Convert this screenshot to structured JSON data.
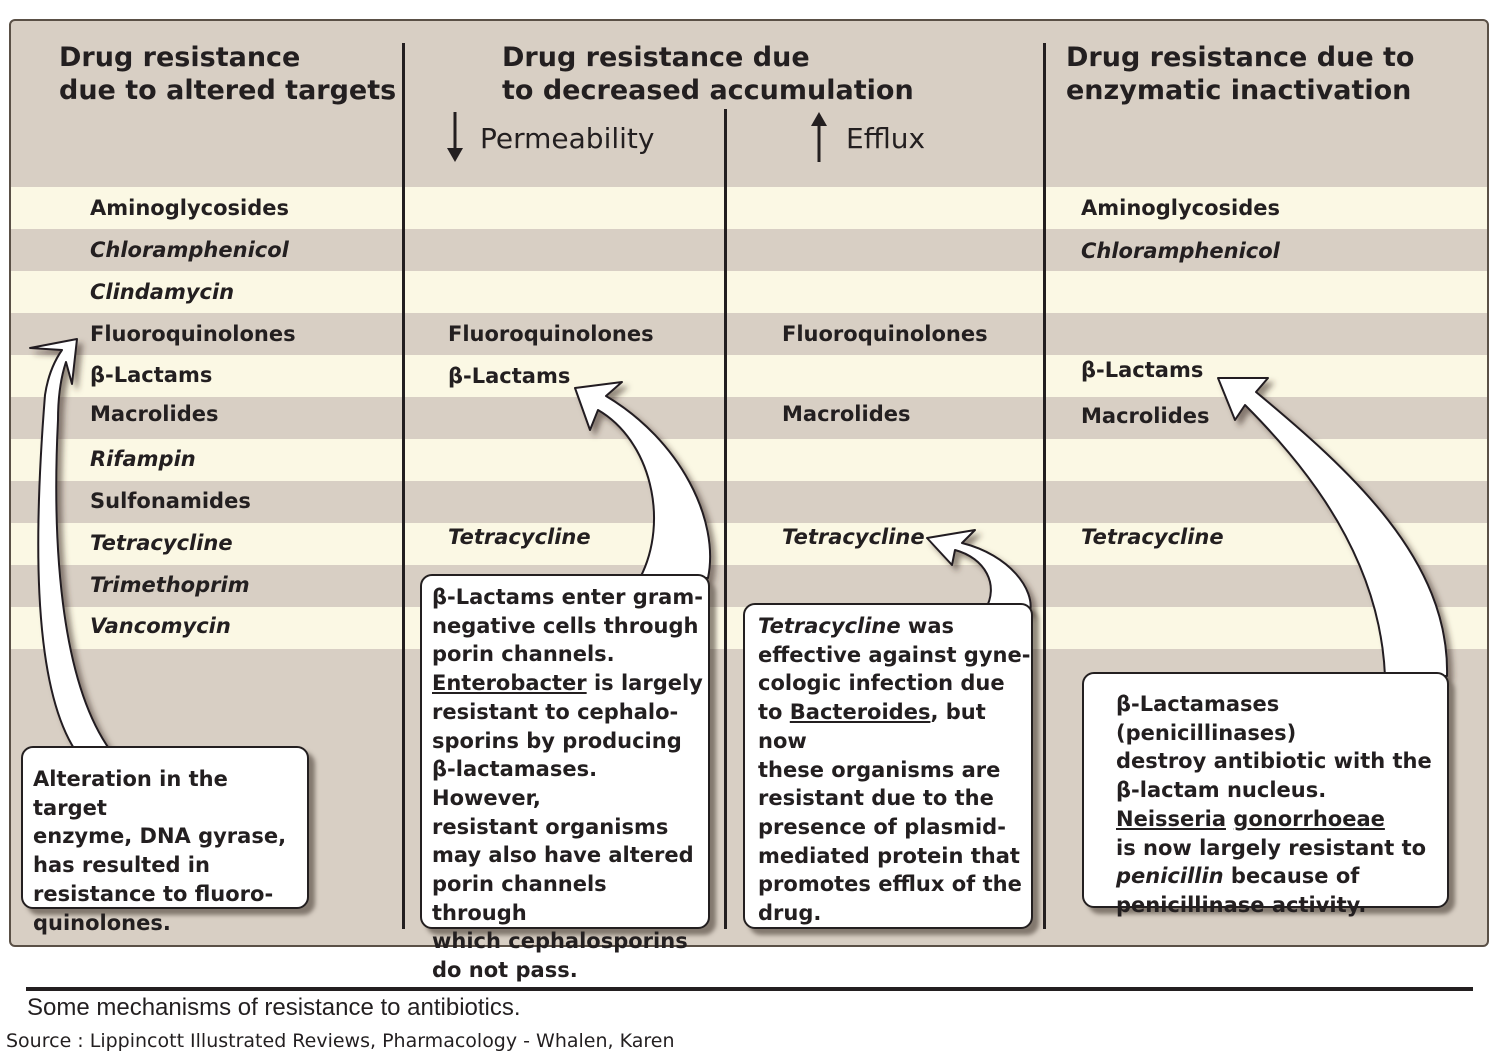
{
  "columns": {
    "targets": {
      "title_line1": "Drug resistance",
      "title_line2": "due to altered targets"
    },
    "accumulation": {
      "title_line1": "Drug resistance due",
      "title_line2": "to decreased accumulation",
      "permeability_label": "Permeability",
      "efflux_label": "Efflux"
    },
    "enzymatic": {
      "title_line1": "Drug resistance due to",
      "title_line2": "enzymatic inactivation"
    }
  },
  "targets_drugs": [
    "Aminoglycosides",
    "Chloramphenicol",
    "Clindamycin",
    "Fluoroquinolones",
    "β-Lactams",
    "Macrolides",
    "Rifampin",
    "Sulfonamides",
    "Tetracycline",
    "Trimethoprim",
    "Vancomycin"
  ],
  "permeability_drugs": [
    "Fluoroquinolones",
    "β-Lactams",
    "Tetracycline"
  ],
  "efflux_drugs": [
    "Fluoroquinolones",
    "Macrolides",
    "Tetracycline"
  ],
  "enzymatic_drugs": [
    "Aminoglycosides",
    "Chloramphenicol",
    "β-Lactams",
    "Macrolides",
    "Tetracycline"
  ],
  "callouts": {
    "targets": {
      "l1": "Alteration in the target",
      "l2": "enzyme, DNA gyrase,",
      "l3": "has resulted in",
      "l4": "resistance to fluoro-",
      "l5": "quinolones."
    },
    "permeability": {
      "l1": "β-Lactams enter gram-",
      "l2": "negative cells through",
      "l3": "porin channels.",
      "l4_link": "Enterobacter",
      "l4_rest": " is largely",
      "l5": "resistant to cephalo-",
      "l6": "sporins by producing",
      "l7": "β-lactamases.  However,",
      "l8": "resistant organisms",
      "l9": "may also have altered",
      "l10": "porin channels through",
      "l11": "which cephalosporins",
      "l12": "do not pass."
    },
    "efflux": {
      "l1_italic": "Tetracycline",
      "l1_rest": " was",
      "l2": "effective against gyne-",
      "l3": "cologic infection due",
      "l4_pre": "to ",
      "l4_link": "Bacteroides",
      "l4_rest": ", but now",
      "l5": "these organisms are",
      "l6": "resistant due to the",
      "l7": "presence of plasmid-",
      "l8": "mediated protein that",
      "l9": "promotes efflux of the",
      "l10": "drug."
    },
    "enzymatic": {
      "l1": "β-Lactamases (penicillinases)",
      "l2": "destroy antibiotic with the",
      "l3": "β-lactam nucleus.",
      "l4_link1": "Neisseria",
      "l4_link2": "gonorrhoeae",
      "l5": "is now largely resistant to",
      "l6_italic": "penicillin",
      "l6_rest": " because of",
      "l7": "penicillinase activity."
    }
  },
  "caption": "Some mechanisms of resistance to antibiotics.",
  "source": "Source : Lippincott Illustrated Reviews, Pharmacology - Whalen, Karen",
  "colors": {
    "panel": "#d8cfc4",
    "stripe": "#fbf8e4",
    "ink": "#231f20",
    "callout_bg": "#ffffff"
  }
}
